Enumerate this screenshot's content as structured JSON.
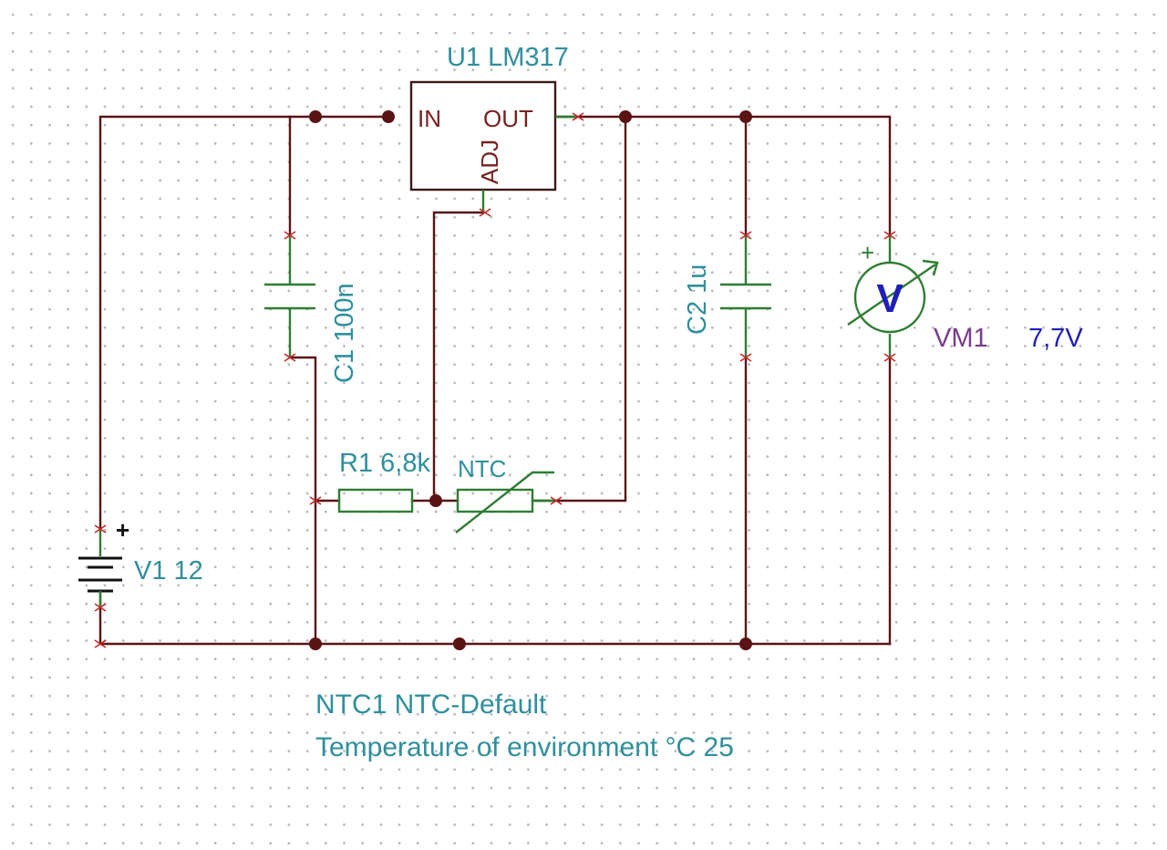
{
  "regulator": {
    "label": "U1 LM317",
    "pin_in": "IN",
    "pin_out": "OUT",
    "pin_adj": "ADJ"
  },
  "capacitor_c1": {
    "label": "C1 100n"
  },
  "capacitor_c2": {
    "label": "C2 1u"
  },
  "resistor_r1": {
    "label": "R1 6,8k"
  },
  "thermistor": {
    "label": "NTC"
  },
  "source_v1": {
    "label": "V1 12",
    "polarity": "+"
  },
  "voltmeter": {
    "symbol": "V",
    "name": "VM1",
    "reading": "7,7V",
    "polarity": "+",
    "name_color": "#7b3b8c",
    "reading_color": "#1f1fb8"
  },
  "notes": {
    "line1": "NTC1 NTC-Default",
    "line2": "Temperature of environment °C 25"
  }
}
